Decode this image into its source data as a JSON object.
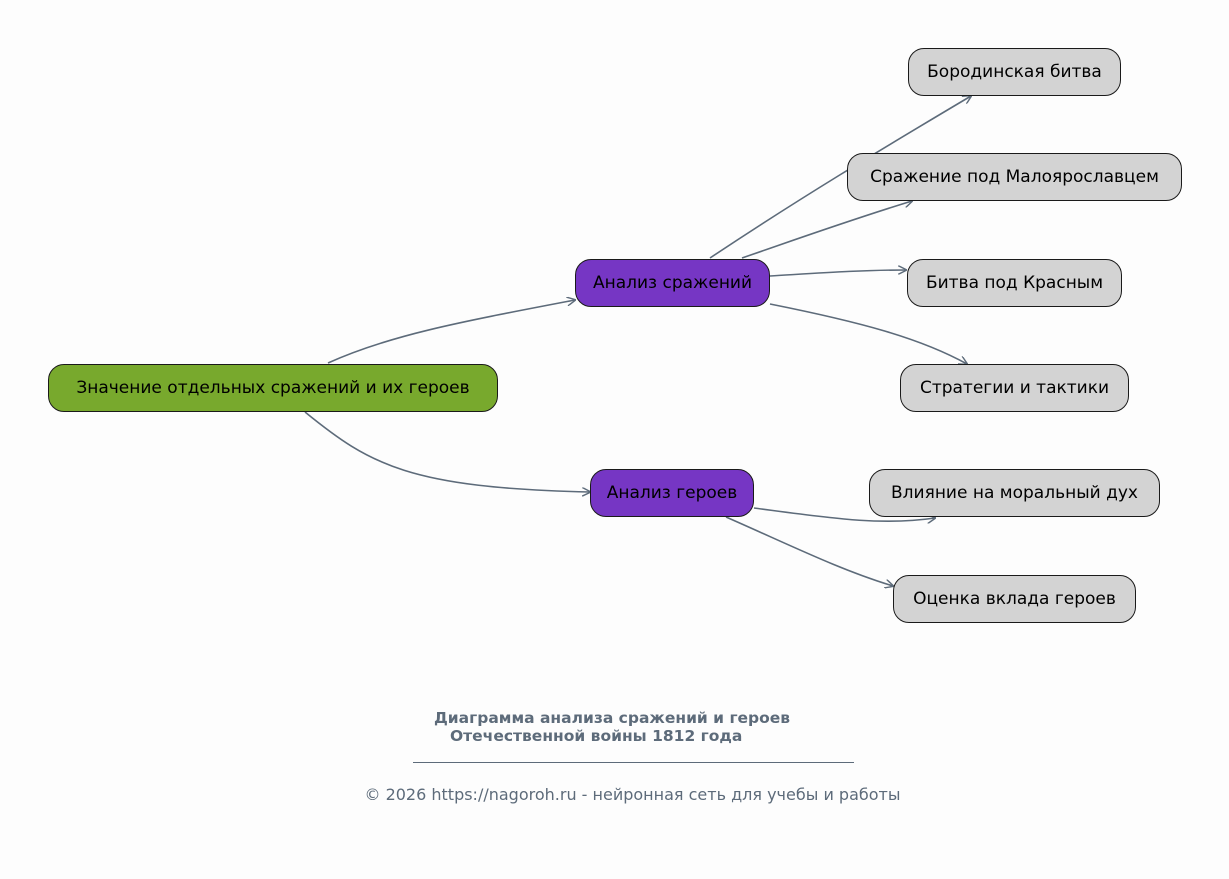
{
  "diagram": {
    "colors": {
      "root_fill": "#78a92d",
      "branch_fill": "#7636c4",
      "leaf_fill": "#d3d3d3",
      "edge_color": "#5d6b7a",
      "background": "#fdfdfd"
    },
    "nodes": {
      "root": "Значение отдельных сражений и их героев",
      "battles_analysis": "Анализ сражений",
      "heroes_analysis": "Анализ героев",
      "borodino": "Бородинская битва",
      "maloyaroslavets": "Сражение под Малоярославцем",
      "krasnoye": "Битва под Красным",
      "strategies": "Стратегии и тактики",
      "morale": "Влияние на моральный дух",
      "heroes_contribution": "Оценка вклада героев"
    },
    "edges": [
      {
        "from": "root",
        "to": "battles_analysis"
      },
      {
        "from": "root",
        "to": "heroes_analysis"
      },
      {
        "from": "battles_analysis",
        "to": "borodino"
      },
      {
        "from": "battles_analysis",
        "to": "maloyaroslavets"
      },
      {
        "from": "battles_analysis",
        "to": "krasnoye"
      },
      {
        "from": "battles_analysis",
        "to": "strategies"
      },
      {
        "from": "heroes_analysis",
        "to": "morale"
      },
      {
        "from": "heroes_analysis",
        "to": "heroes_contribution"
      }
    ]
  },
  "caption": {
    "line1": "Диаграмма анализа сражений и героев",
    "line2": "Отечественной войны 1812 года"
  },
  "footer": {
    "text": "© 2026 https://nagoroh.ru - нейронная сеть для учебы и работы"
  }
}
